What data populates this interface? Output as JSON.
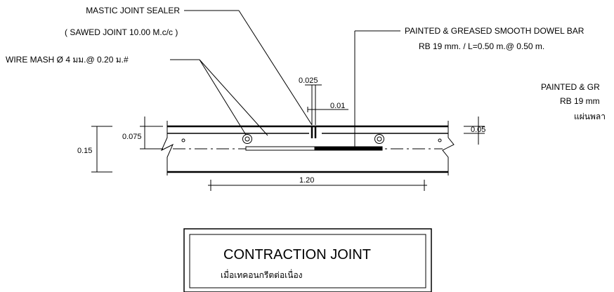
{
  "labels": {
    "mastic": "MASTIC JOINT SEALER",
    "sawed": "( SAWED JOINT 10.00 M.c/c )",
    "wire_mesh": "WIRE MASH Ø 4 มม.@ 0.20 ม.#",
    "dowel_1": "PAINTED & GREASED SMOOTH DOWEL BAR",
    "dowel_2": "RB 19 mm. / L=0.50 m.@ 0.50 m.",
    "side_1": "PAINTED & GR",
    "side_2": "RB 19 mm",
    "side_3": "แผ่นพลา"
  },
  "dimensions": {
    "d1": "0.025",
    "d2": "0.01",
    "d3": "0.075",
    "d4": "0.15",
    "d5": "0.05",
    "d6": "1.20"
  },
  "title": {
    "main": "CONTRACTION  JOINT",
    "sub": "เมื่อเทคอนกรีตต่อเนื่อง"
  }
}
